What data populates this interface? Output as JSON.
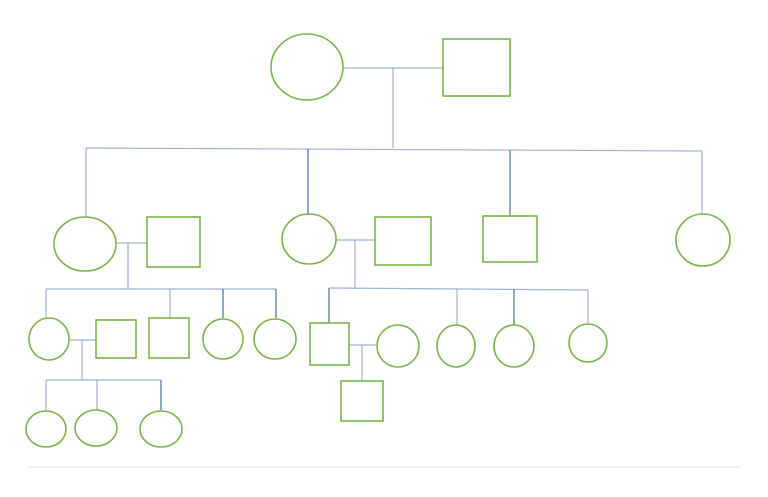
{
  "diagram": {
    "type": "family-tree-pedigree",
    "colors": {
      "node_stroke": "#7ab648",
      "connector": "#9db3d8",
      "connector_dark": "#5a77b3",
      "divider": "#e4e4e4",
      "background": "#ffffff"
    },
    "legend": {
      "female_shape": "circle",
      "male_shape": "square"
    },
    "generations": [
      {
        "level": 1,
        "couples": 1,
        "members": [
          "female",
          "male"
        ]
      },
      {
        "level": 2,
        "members": [
          "female",
          "male",
          "female",
          "male",
          "male",
          "female"
        ]
      },
      {
        "level": 3,
        "members": [
          "female",
          "male",
          "male",
          "female",
          "female",
          "male",
          "female",
          "female",
          "female",
          "female"
        ]
      },
      {
        "level": 4,
        "members": [
          "female",
          "female",
          "female",
          "male"
        ]
      }
    ]
  }
}
